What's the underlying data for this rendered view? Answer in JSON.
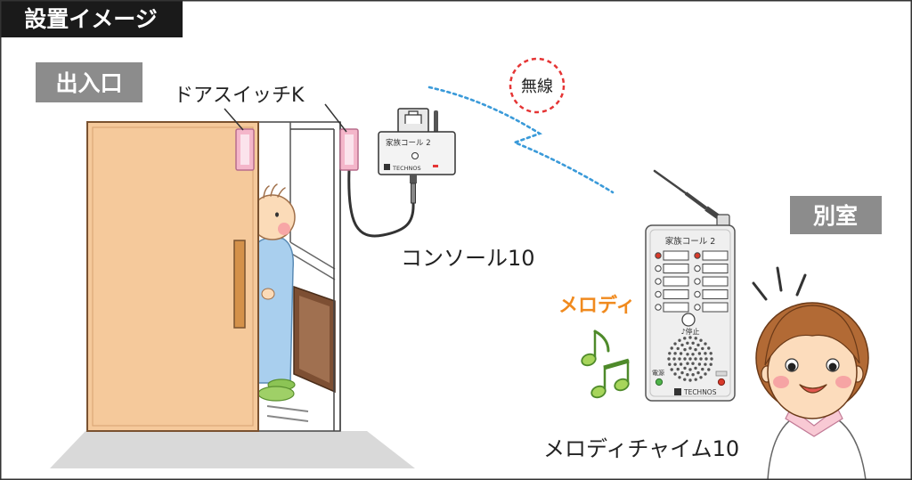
{
  "header": {
    "title": "設置イメージ"
  },
  "labels": {
    "entrance": "出入口",
    "other_room": "別室",
    "door_switch": "ドアスイッチK",
    "wireless": "無線",
    "console": "コンソール10",
    "melody": "メロディ",
    "chime": "メロディチャイム10"
  },
  "console_device": {
    "model_label": "家族コール 2",
    "brand": "TECHNOS"
  },
  "chime_device": {
    "model_label": "家族コール 2",
    "stop_button_label": "♪停止",
    "power_label": "電源",
    "brand": "TECHNOS"
  },
  "icons": {
    "door_switch": "door-switch-icon",
    "music_notes": "music-notes-icon",
    "speaker": "speaker-grille-icon",
    "antenna": "antenna-icon"
  },
  "colors": {
    "header_bg": "#1a1a1a",
    "label_gray": "#8c8c8c",
    "door": "#f5c99b",
    "door_switch": "#f4b6ca",
    "wireless_line": "#3a9ad9",
    "wireless_circle": "#e53535",
    "melody_text": "#f08a1e",
    "note_green": "#a7d55b",
    "floor": "#d9d9d9"
  }
}
